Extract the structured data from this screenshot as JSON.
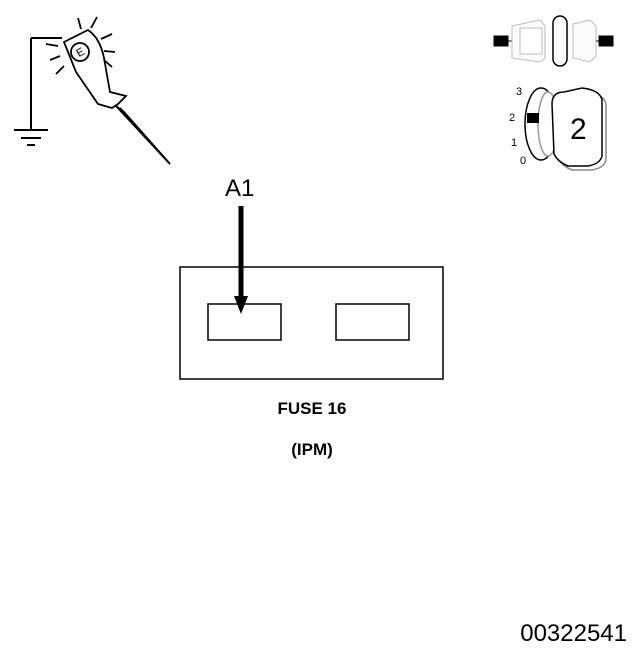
{
  "pointer": {
    "label": "A1"
  },
  "fuse": {
    "name": "FUSE 16",
    "location": "(IPM)"
  },
  "ignition": {
    "positions": [
      "3",
      "2",
      "1",
      "0"
    ],
    "key_position": "2"
  },
  "test_light": {
    "marking": "E"
  },
  "document_number": "00322541"
}
